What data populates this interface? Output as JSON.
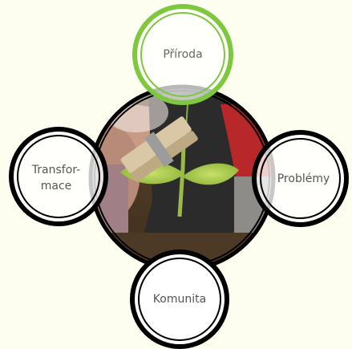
{
  "diagram": {
    "center_image": {
      "description_icon": "photo-plant-clothespin"
    },
    "nodes": [
      {
        "key": "top",
        "label": "Příroda",
        "ring_color": "#7dc83f"
      },
      {
        "key": "left",
        "label": "Transfor-\nmace",
        "ring_color": "#000000"
      },
      {
        "key": "right",
        "label": "Problémy",
        "ring_color": "#000000"
      },
      {
        "key": "bottom",
        "label": "Komunita",
        "ring_color": "#000000"
      }
    ]
  },
  "colors": {
    "background": "#fefef0",
    "accent_green": "#7dc83f",
    "ring_black": "#000000",
    "label_gray": "#555555"
  }
}
